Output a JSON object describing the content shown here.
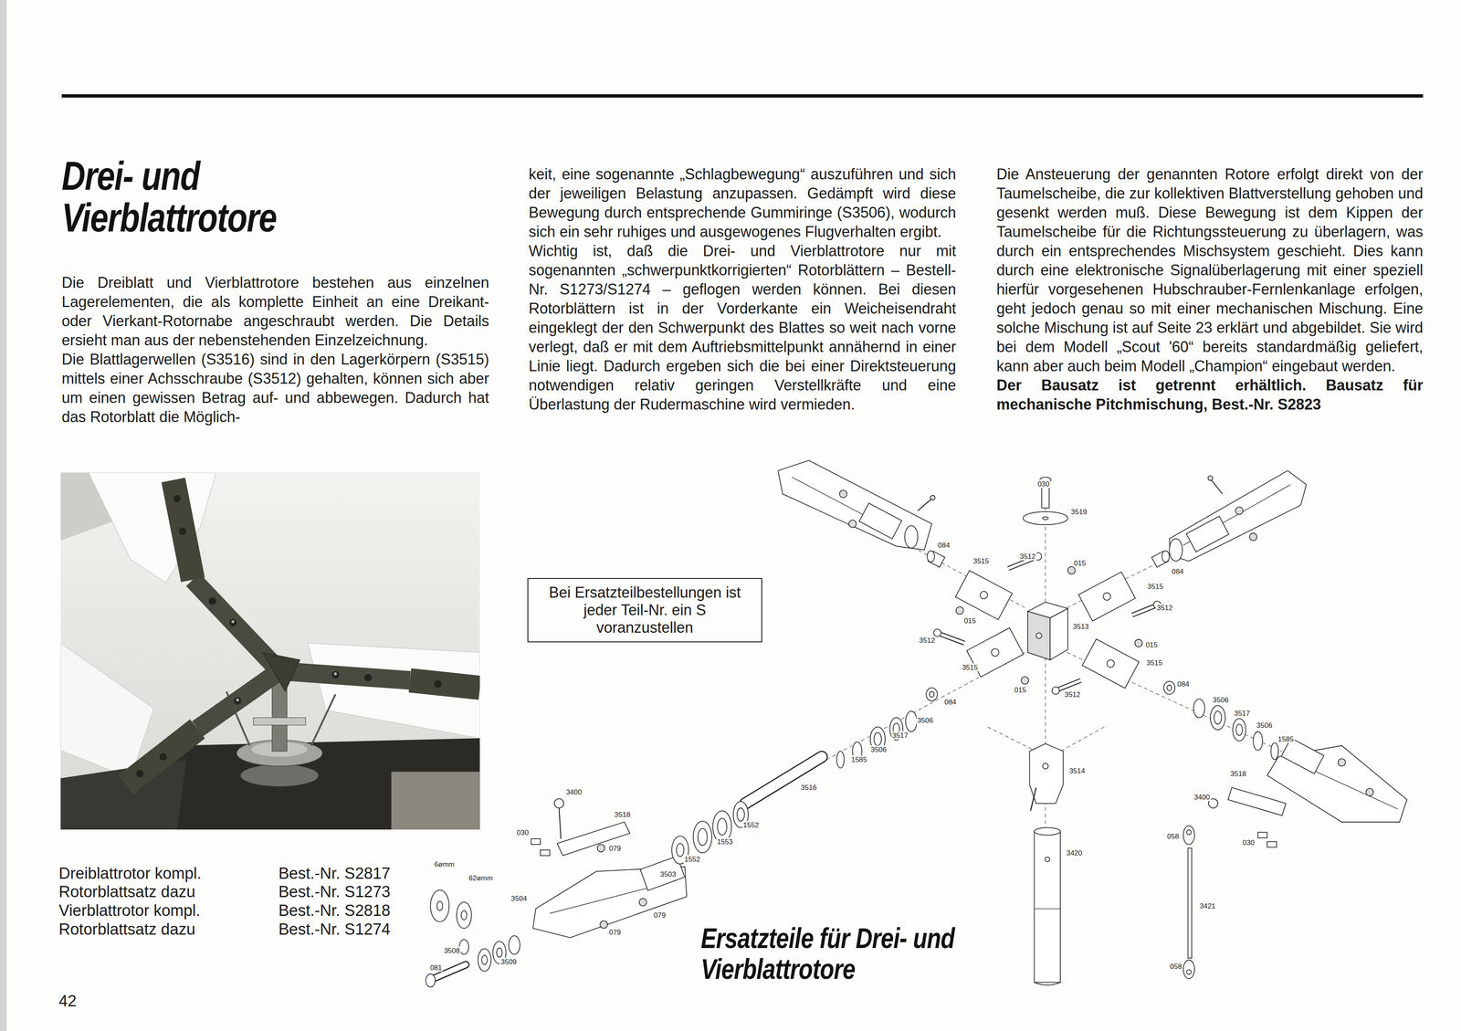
{
  "diagram": {
    "title": "Drei- und Vierblattrotore",
    "caption": "Ersatzteile für Drei- und Vierblattrotore",
    "nodes": [
      {
        "text": [
          "Bei Ersatzteilbestellungen ist jeder Teil-Nr. ein S voranzustellen"
        ]
      }
    ],
    "labels": [
      "Die Dreiblatt und Vierblattrotore bestehen aus einzelnen Lagerelementen, die als komplette Einheit an eine Dreikant- oder Vierkant-Rotornabe angeschraubt werden. Die Details ersieht man aus der nebenstehenden Einzelzeichnung.",
      "Die Blattlagerwellen (S3516) sind in den Lagerkörpern (S3515) mittels einer Achsschraube (S3512) gehalten, können sich aber um einen gewissen Betrag auf- und abbewegen. Dadurch hat das Rotorblatt die Möglich-",
      "keit, eine sogenannte „Schlagbewegung“ auszuführen und sich der jeweiligen Belastung anzupassen. Gedämpft wird diese Bewegung durch entsprechende Gummiringe (S3506), wodurch sich ein sehr ruhiges und ausgewogenes Flugverhalten ergibt.",
      "Wichtig ist, daß die Drei- und Vierblattrotore nur mit sogenannten „schwerpunktkorrigierten“ Rotorblättern – Bestell-Nr. S1273/S1274 – geflogen werden können. Bei diesen Rotorblättern ist in der Vorderkante ein Weicheisendraht eingeklegt der den Schwerpunkt des Blattes so weit nach vorne verlegt, daß er mit dem Auftriebsmittelpunkt annähernd in einer Linie liegt. Dadurch ergeben sich die bei einer Direktsteuerung notwendigen relativ geringen Verstellkräfte und eine Überlastung der Rudermaschine wird vermieden.",
      "Die Ansteuerung der genannten Rotore erfolgt direkt von der Taumelscheibe, die zur kollektiven Blattverstellung gehoben und gesenkt werden muß. Diese Bewegung ist dem Kippen der Taumelscheibe für die Richtungssteuerung zu überlagern, was durch ein entsprechendes Mischsystem geschieht. Dies kann durch eine elektronische Signalüberlagerung mit einer speziell hierfür vorgesehenen Hubschrauber-Fernlenkanlage erfolgen, geht jedoch genau so mit einer mechanischen Mischung. Eine solche Mischung ist auf Seite 23 erklärt und abgebildet. Sie wird bei dem Modell „Scout '60“ bereits standardmäßig geliefert, kann aber auch beim Modell „Champion“ eingebaut werden.",
      "Der Bausatz ist getrennt erhältlich. Bausatz für mechanische Pitchmischung, Best.-Nr. S2823",
      "Dreiblattrotor kompl.",
      "Best.-Nr. S2817",
      "Rotorblattsatz dazu",
      "Best.-Nr. S1273",
      "Vierblattrotor kompl.",
      "Best.-Nr. S2818",
      "Rotorblattsatz dazu",
      "Best.-Nr. S1274",
      "42",
      "030",
      "3519",
      "084",
      "3515",
      "3512",
      "015",
      "084",
      "3515",
      "3512",
      "015",
      "3513",
      "3512",
      "015",
      "3515",
      "3515",
      "015",
      "3512",
      "084",
      "084",
      "3506",
      "3517",
      "3506",
      "1585",
      "3516",
      "3506",
      "3517",
      "3506",
      "1585",
      "3514",
      "3518",
      "3400",
      "058",
      "030",
      "3420",
      "3421",
      "058",
      "3400",
      "3518",
      "030",
      "079",
      "1552",
      "1553",
      "1552",
      "3503",
      "079",
      "3504",
      "079",
      "3508",
      "081",
      "3509",
      "6ømm",
      "62ømm"
    ]
  }
}
